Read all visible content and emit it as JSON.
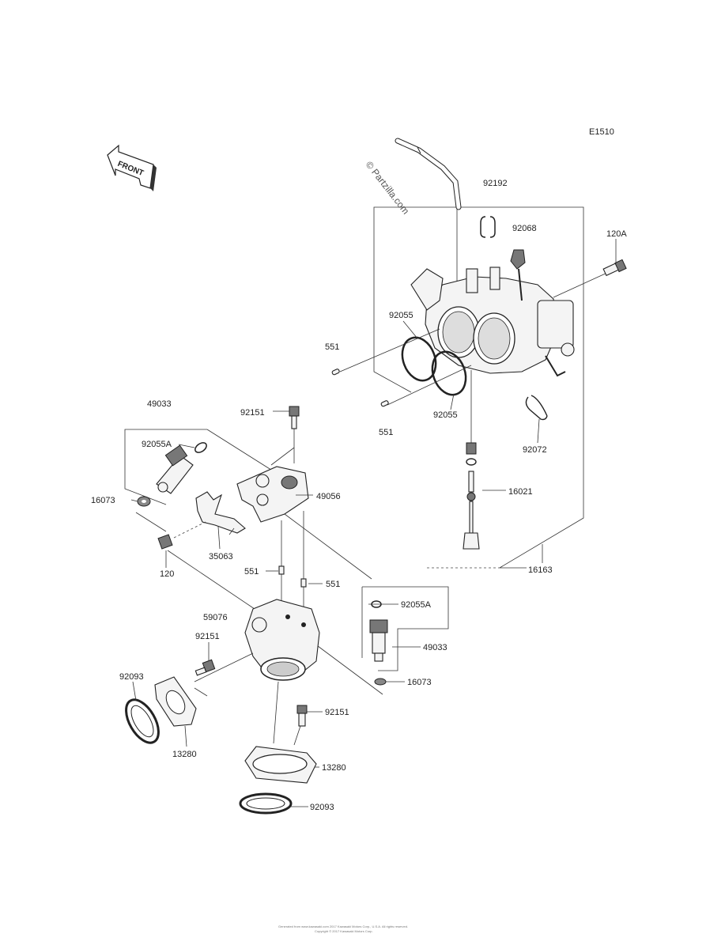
{
  "diagram_code": "E1510",
  "front_label": "FRONT",
  "watermark": "© Partzilla.com",
  "footer_line1": "Generated from www.kawasaki.com 2017 Kawasaki Motors Corp., U.S.A. All rights reserved.",
  "footer_line2": "Copyright © 2017 Kawasaki Motors Corp.",
  "callouts": {
    "p92192": "92192",
    "p92068": "92068",
    "p120A": "120A",
    "p92055_top": "92055",
    "p551_left": "551",
    "p92055_bottom": "92055",
    "p551_mid": "551",
    "p92072": "92072",
    "p16021": "16021",
    "p16163": "16163",
    "p49033_top": "49033",
    "p92151_top": "92151",
    "p92055A_top": "92055A",
    "p16073_left": "16073",
    "p49056": "49056",
    "p35063": "35063",
    "p120": "120",
    "p551_a": "551",
    "p551_b": "551",
    "p59076": "59076",
    "p92151_mid": "92151",
    "p92055A_box": "92055A",
    "p49033_box": "49033",
    "p16073_box": "16073",
    "p92093_left": "92093",
    "p13280_left": "13280",
    "p92151_low": "92151",
    "p13280_low": "13280",
    "p92093_low": "92093"
  }
}
